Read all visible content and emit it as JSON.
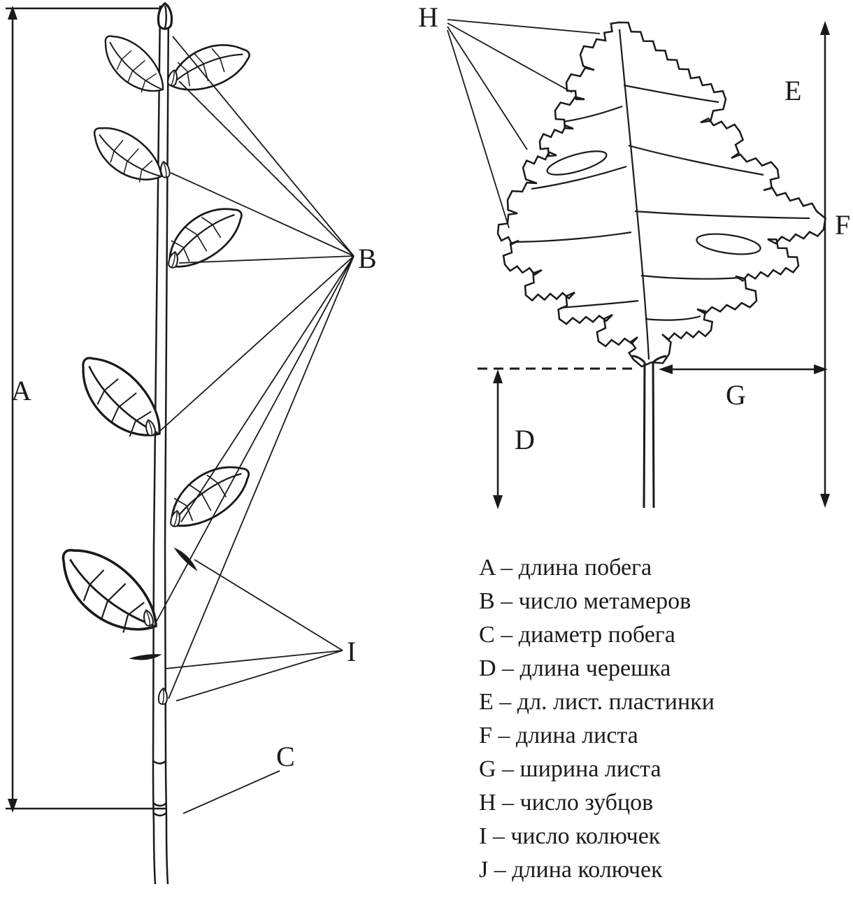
{
  "figure": {
    "shoot_labels": {
      "a": "A",
      "b": "B",
      "c": "C",
      "i": "I"
    },
    "leaf_labels": {
      "d": "D",
      "e": "E",
      "f": "F",
      "g": "G",
      "h": "H"
    }
  },
  "legend": {
    "items": [
      {
        "text": "A – длина побега"
      },
      {
        "text": "B – число метамеров"
      },
      {
        "text": "C – диаметр побега"
      },
      {
        "text": "D – длина черешка"
      },
      {
        "text": "E – дл. лист. пластинки"
      },
      {
        "text": "F – длина листа"
      },
      {
        "text": "G – ширина листа"
      },
      {
        "text": "H – число зубцов"
      },
      {
        "text": "I – число колючек"
      },
      {
        "text": "J – длина колючек"
      }
    ]
  },
  "colors": {
    "ink": "#1a1a1a",
    "background": "#ffffff"
  }
}
